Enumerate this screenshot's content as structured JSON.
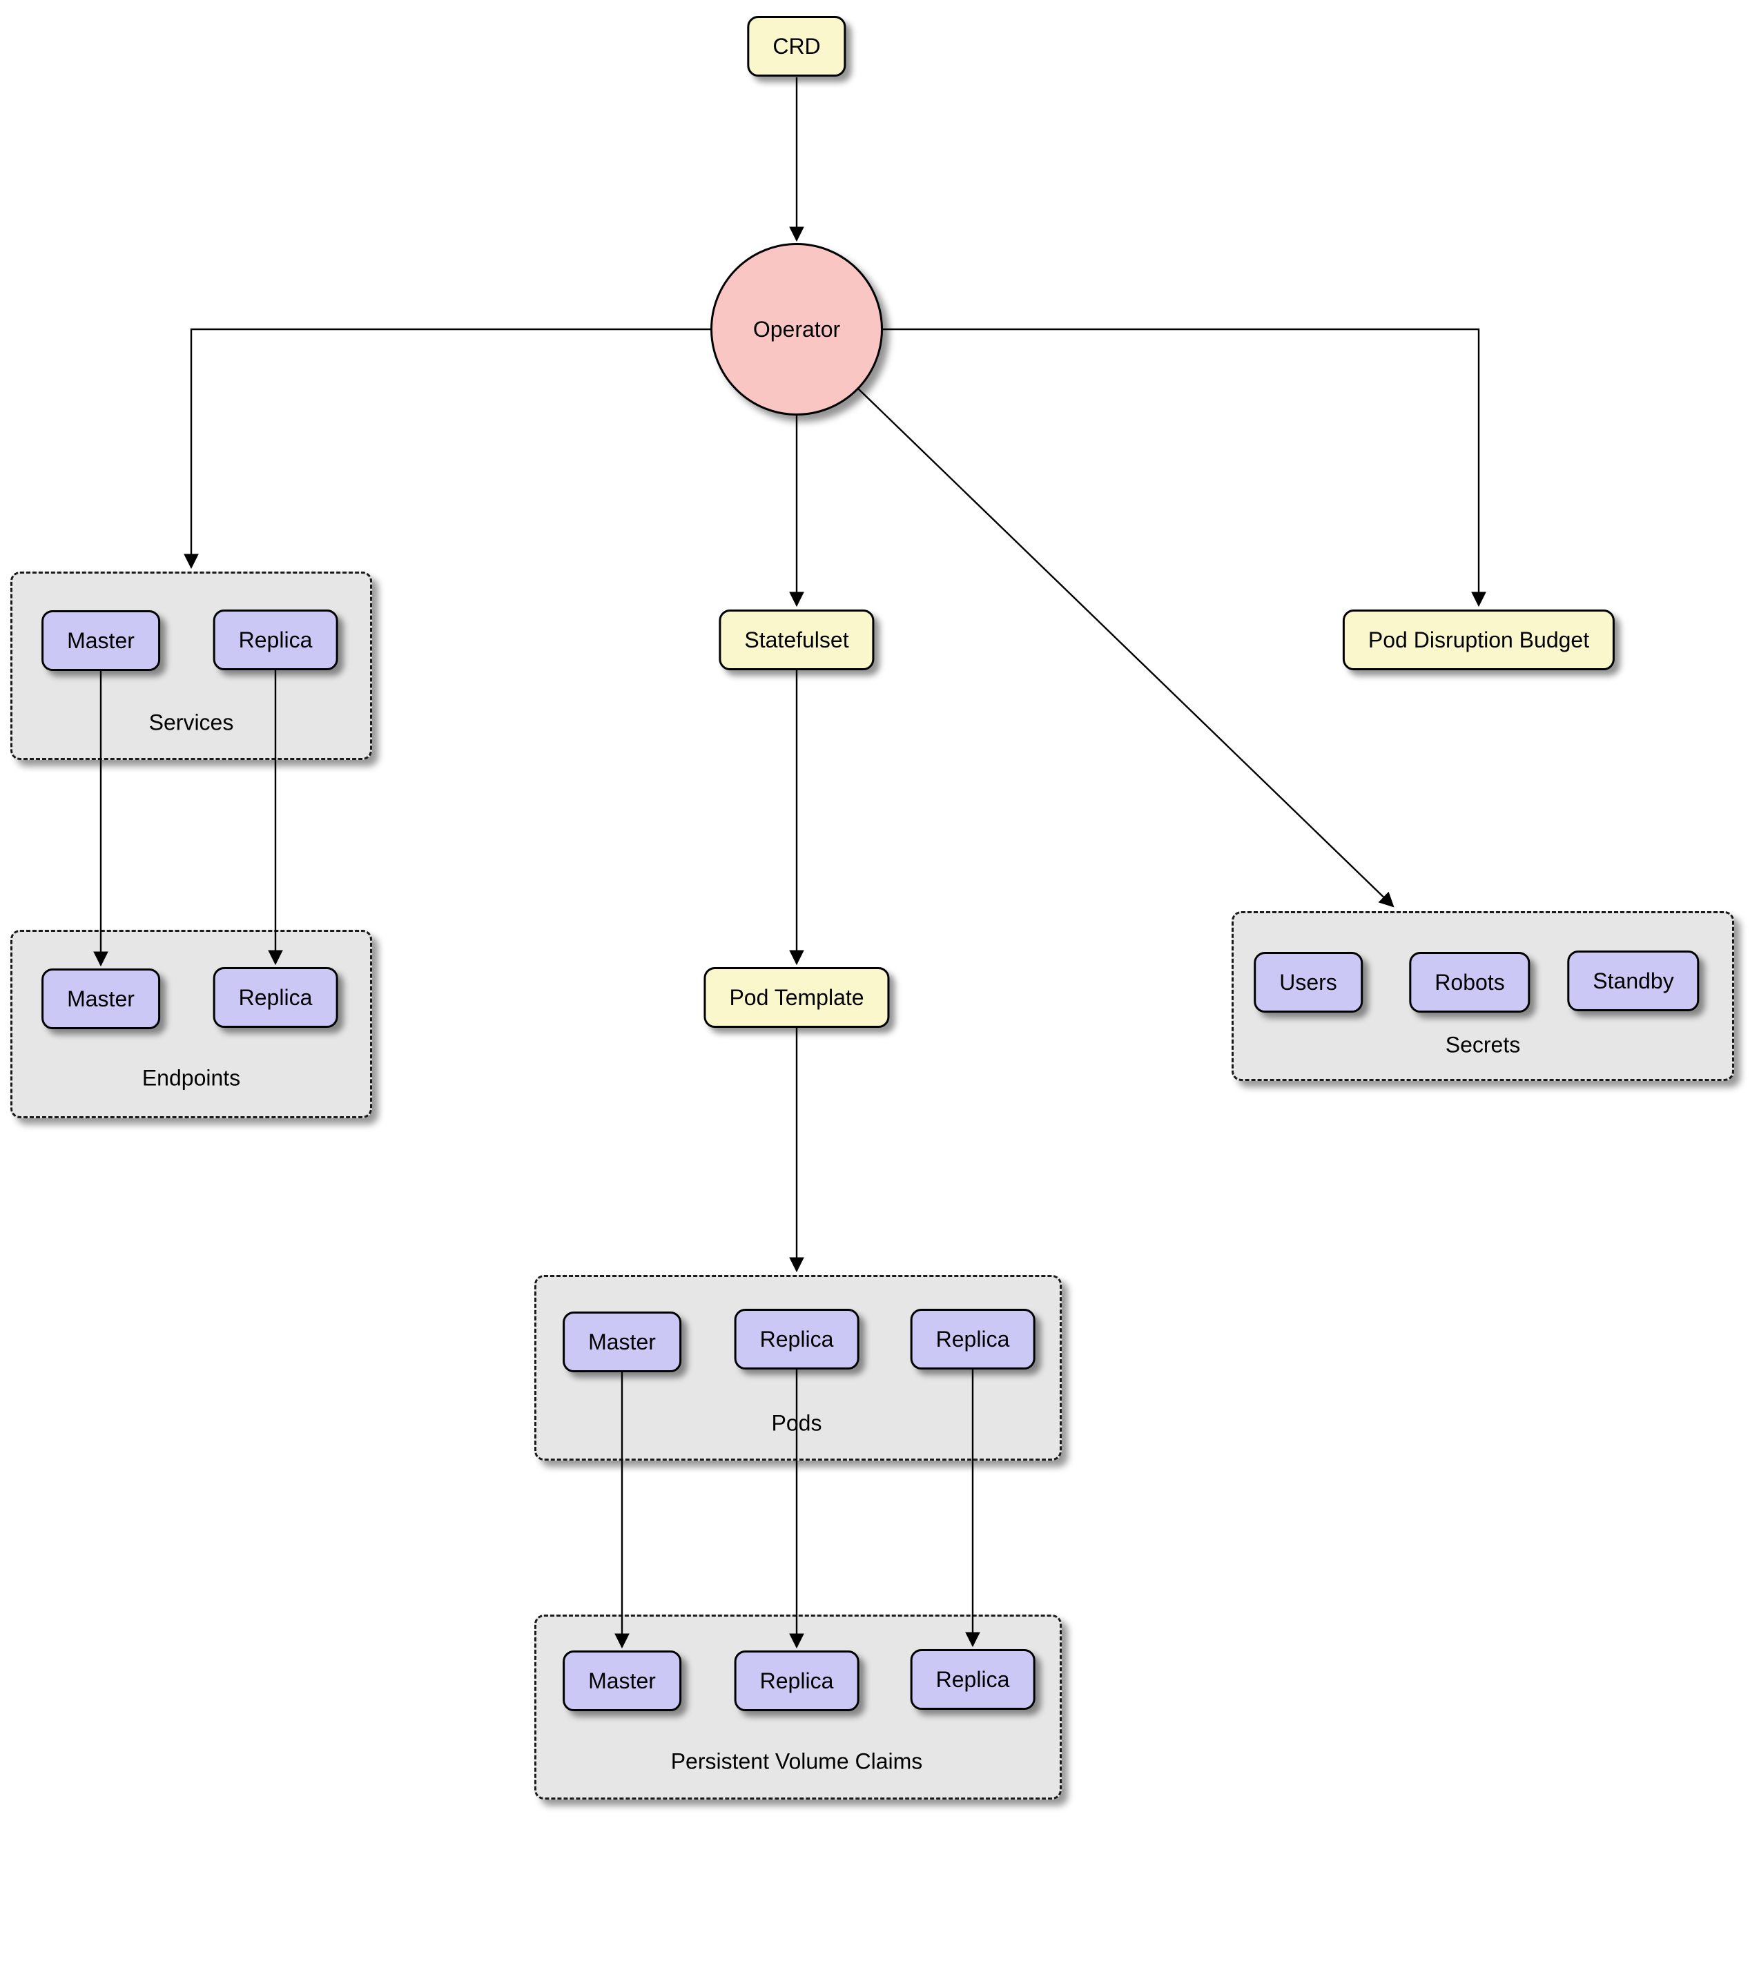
{
  "diagram": {
    "type": "flowchart",
    "nodes": {
      "crd": {
        "label": "CRD"
      },
      "operator": {
        "label": "Operator"
      },
      "statefulset": {
        "label": "Statefulset"
      },
      "pod_disruption_budget": {
        "label": "Pod Disruption Budget"
      },
      "pod_template": {
        "label": "Pod Template"
      }
    },
    "groups": {
      "services": {
        "label": "Services",
        "items": [
          "Master",
          "Replica"
        ]
      },
      "endpoints": {
        "label": "Endpoints",
        "items": [
          "Master",
          "Replica"
        ]
      },
      "secrets": {
        "label": "Secrets",
        "items": [
          "Users",
          "Robots",
          "Standby"
        ]
      },
      "pods": {
        "label": "Pods",
        "items": [
          "Master",
          "Replica",
          "Replica"
        ]
      },
      "persistent_volume_claims": {
        "label": "Persistent Volume Claims",
        "items": [
          "Master",
          "Replica",
          "Replica"
        ]
      }
    },
    "edges": [
      {
        "from": "CRD",
        "to": "Operator"
      },
      {
        "from": "Operator",
        "to": "Services"
      },
      {
        "from": "Operator",
        "to": "Statefulset"
      },
      {
        "from": "Operator",
        "to": "Pod Disruption Budget"
      },
      {
        "from": "Operator",
        "to": "Secrets"
      },
      {
        "from": "Services.Master",
        "to": "Endpoints.Master"
      },
      {
        "from": "Services.Replica",
        "to": "Endpoints.Replica"
      },
      {
        "from": "Statefulset",
        "to": "Pod Template"
      },
      {
        "from": "Pod Template",
        "to": "Pods"
      },
      {
        "from": "Pods.Master",
        "to": "Persistent Volume Claims.Master"
      },
      {
        "from": "Pods.Replica",
        "to": "Persistent Volume Claims.Replica"
      },
      {
        "from": "Pods.Replica",
        "to": "Persistent Volume Claims.Replica"
      }
    ],
    "colors": {
      "node_yellow": "#FBF7CC",
      "node_purple": "#CBC8F6",
      "node_pink": "#F9C6C4",
      "group_fill": "#E6E6E6",
      "edge": "#000000"
    }
  }
}
